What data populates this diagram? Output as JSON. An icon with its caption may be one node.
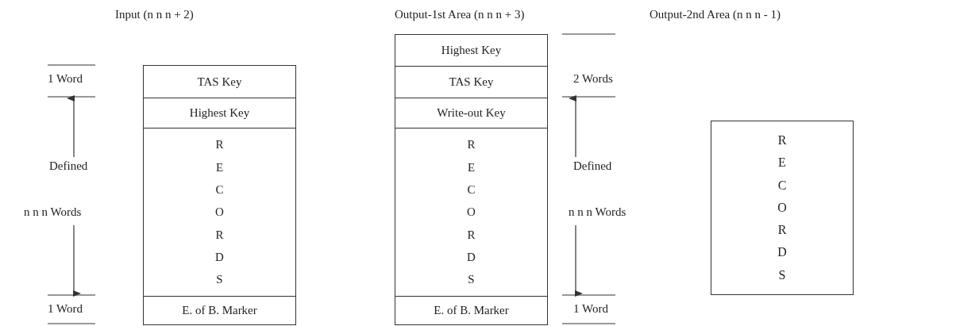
{
  "diagram": {
    "nodes": [
      {
        "text": [
          "Input (n n n + 2)"
        ]
      },
      {
        "text": [
          "TAS Key"
        ],
        "in": 0
      },
      {
        "text": [
          "Highest Key"
        ],
        "in": 0
      },
      {
        "text": [
          "RECORDS"
        ],
        "in": 0
      },
      {
        "text": [
          "E. of B. Marker"
        ],
        "in": 0
      },
      {
        "text": [
          "Output-1st Area (n n n + 3)"
        ]
      },
      {
        "text": [
          "Highest Key"
        ],
        "in": 5
      },
      {
        "text": [
          "TAS Key"
        ],
        "in": 5
      },
      {
        "text": [
          "Write-out Key"
        ],
        "in": 5
      },
      {
        "text": [
          "RECORDS"
        ],
        "in": 5
      },
      {
        "text": [
          "E. of B. Marker"
        ],
        "in": 5
      },
      {
        "text": [
          "Output-2nd Area (n n n - 1)",
          "RECORDS"
        ]
      }
    ],
    "labels": [
      "1 Word",
      "Defined",
      "n n n Words",
      "1 Word",
      "2 Words",
      "Defined",
      "n n n Words",
      "1 Word"
    ]
  }
}
